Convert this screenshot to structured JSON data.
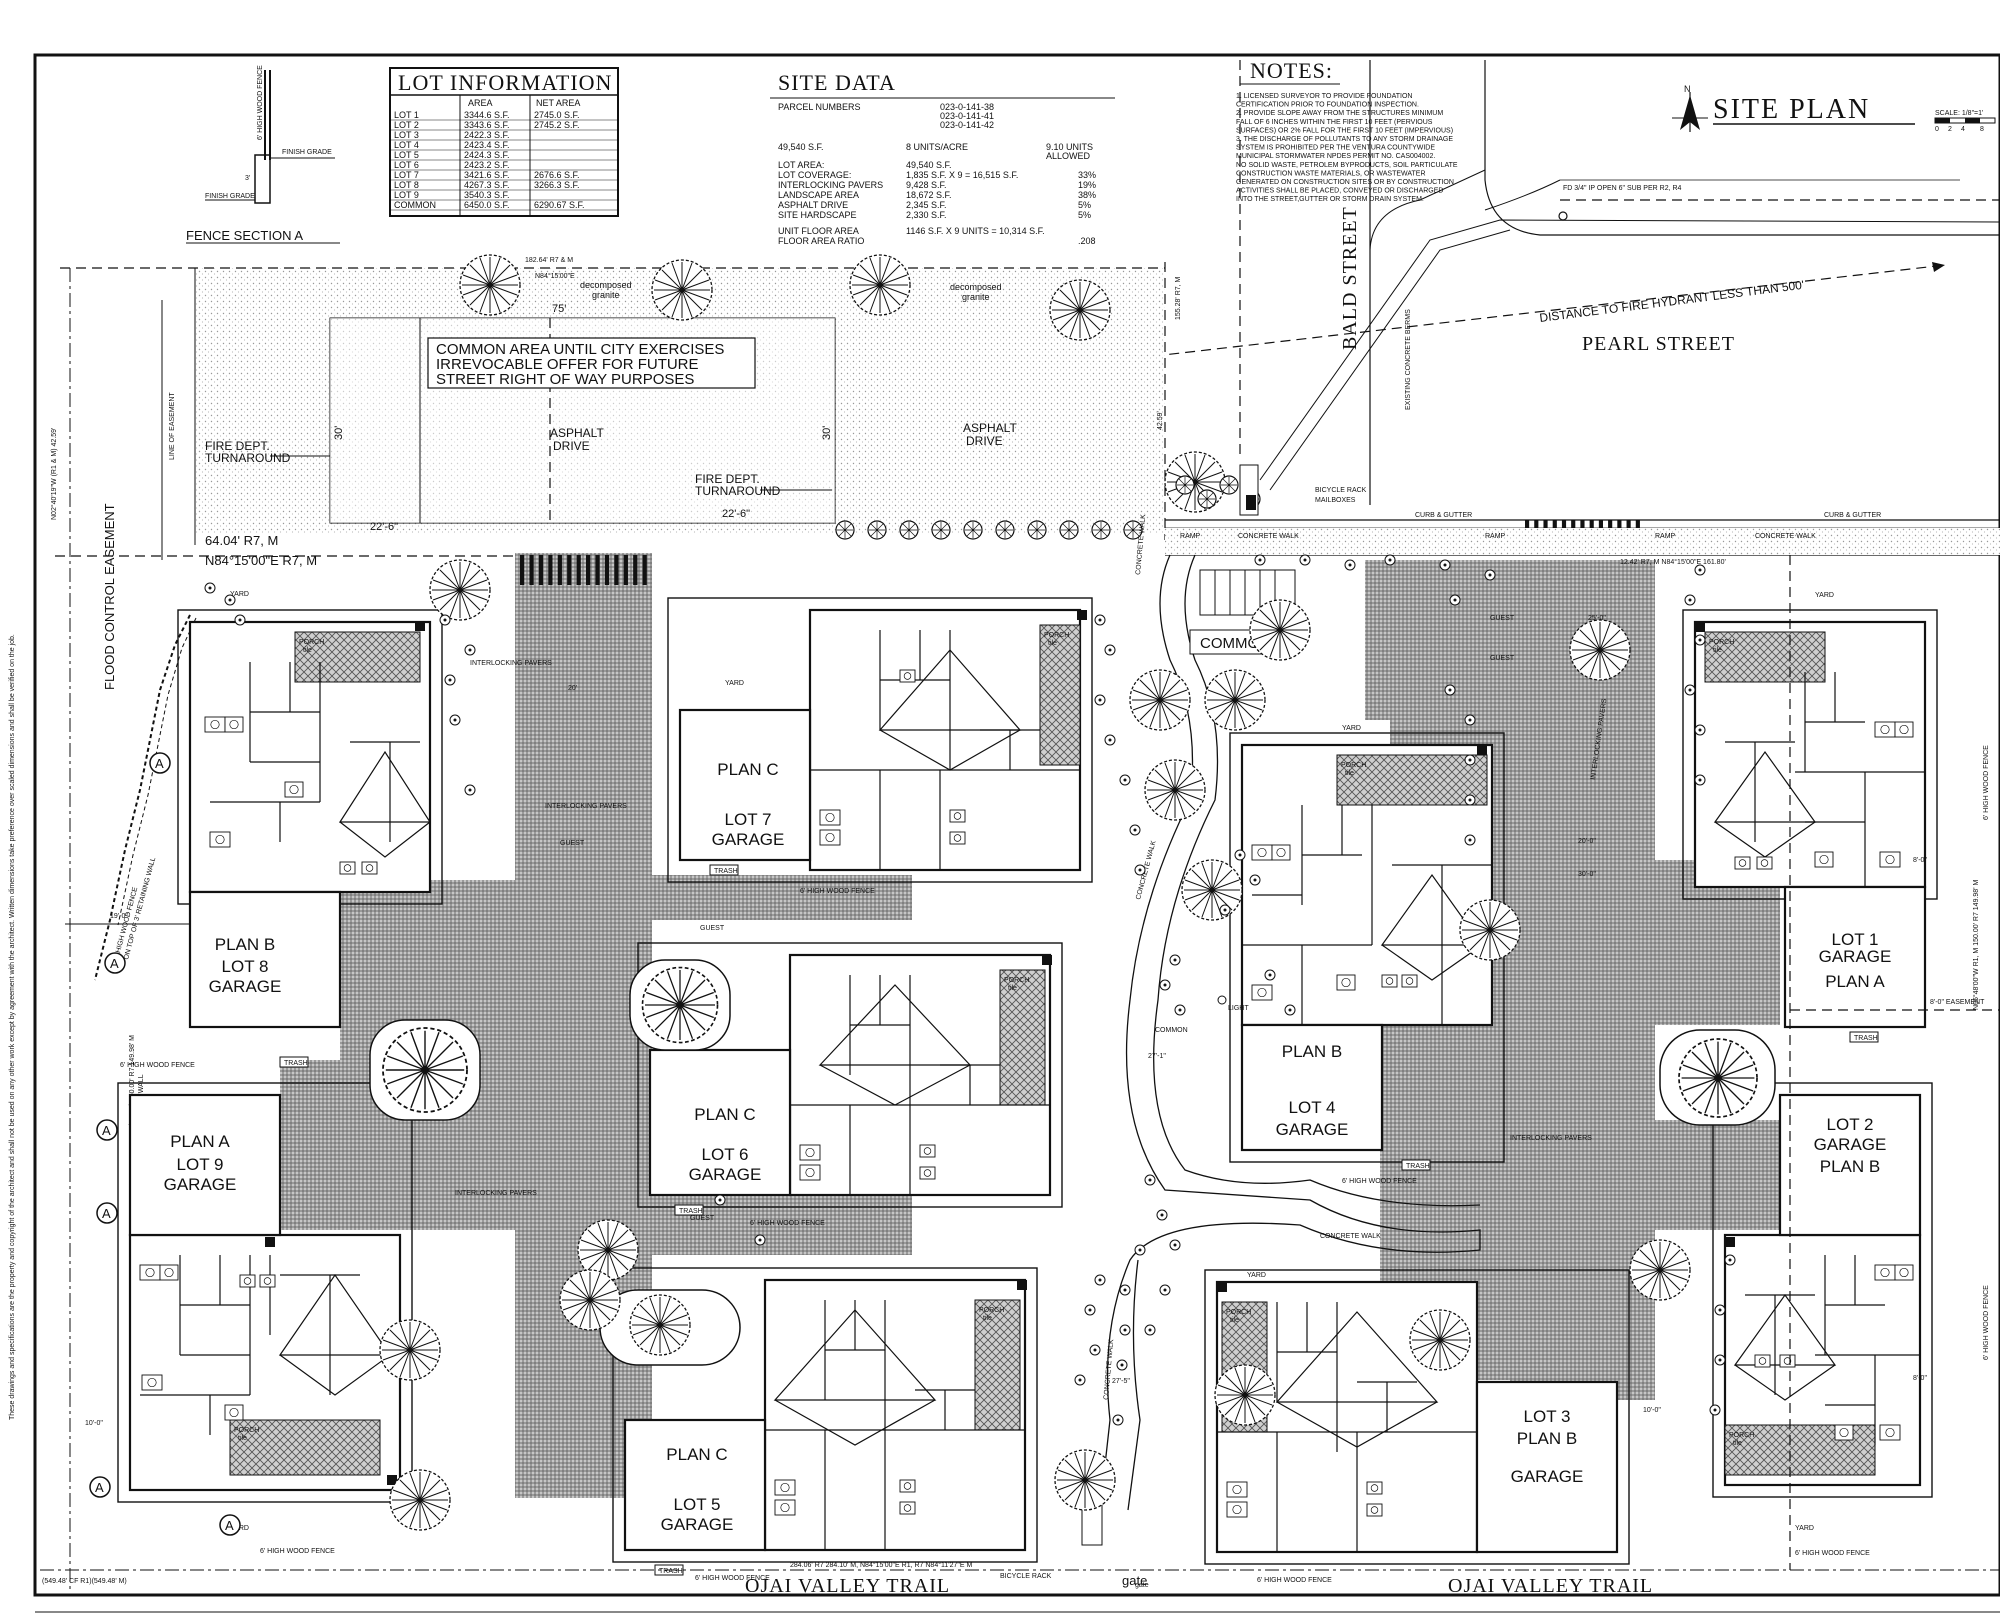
{
  "sheet": {
    "title": "SITE PLAN",
    "scale_label": "SCALE: 1/8\"=1'",
    "scale_ticks": [
      "0",
      "2",
      "4",
      "8"
    ],
    "north_label": "N",
    "vertical_note": "These drawings and specifications are the property and copyright of the architect and shall not be used on any other work except by agreement with the architect. Written dimensions take preference over scaled dimensions and shall be verified on the job."
  },
  "fence_section": {
    "title": "FENCE SECTION A",
    "labels": [
      "6' HIGH WOOD FENCE",
      "3'",
      "FINISH GRADE",
      "FINISH GRADE"
    ]
  },
  "lot_information": {
    "title": "LOT INFORMATION",
    "headers": [
      "",
      "AREA",
      "NET AREA"
    ],
    "rows": [
      [
        "LOT 1",
        "3344.6 S.F.",
        "2745.0 S.F."
      ],
      [
        "LOT 2",
        "3343.6 S.F.",
        "2745.2 S.F."
      ],
      [
        "LOT 3",
        "2422.3 S.F.",
        ""
      ],
      [
        "LOT 4",
        "2423.4 S.F.",
        ""
      ],
      [
        "LOT 5",
        "2424.3 S.F.",
        ""
      ],
      [
        "LOT 6",
        "2423.2 S.F.",
        ""
      ],
      [
        "LOT 7",
        "3421.6 S.F.",
        "2676.6 S.F."
      ],
      [
        "LOT 8",
        "4267.3 S.F.",
        "3266.3 S.F."
      ],
      [
        "LOT 9",
        "3540.3 S.F.",
        ""
      ],
      [
        "COMMON",
        "6450.0 S.F.",
        "6290.67 S.F."
      ]
    ]
  },
  "site_data": {
    "title": "SITE DATA",
    "parcel_label": "PARCEL NUMBERS",
    "parcels": [
      "023-0-141-38",
      "023-0-141-41",
      "023-0-141-42"
    ],
    "area_sf": "49,540 S.F.",
    "density": "8 UNITS/ACRE",
    "units_allowed_1": "9.10 UNITS",
    "units_allowed_2": "ALLOWED",
    "rows": [
      [
        "LOT AREA:",
        "49,540 S.F.",
        ""
      ],
      [
        "LOT COVERAGE:",
        "1,835 S.F. X 9 = 16,515 S.F.",
        "33%"
      ],
      [
        "INTERLOCKING PAVERS",
        "9,428 S.F.",
        "19%"
      ],
      [
        "LANDSCAPE AREA",
        "18,672 S.F.",
        "38%"
      ],
      [
        "ASPHALT DRIVE",
        "2,345 S.F.",
        "5%"
      ],
      [
        "SITE HARDSCAPE",
        "2,330 S.F.",
        "5%"
      ]
    ],
    "unit_floor_area_label": "UNIT FLOOR AREA",
    "unit_floor_area_value": "1146 S.F. X 9 UNITS = 10,314 S.F.",
    "far_label": "FLOOR AREA RATIO",
    "far_value": ".208"
  },
  "notes": {
    "title": "NOTES:",
    "lines": [
      "1. LICENSED SURVEYOR TO PROVIDE FOUNDATION",
      "   CERTIFICATION PRIOR TO FOUNDATION INSPECTION.",
      "2. PROVIDE SLOPE AWAY FROM THE STRUCTURES MINIMUM",
      "   FALL OF 6 INCHES WITHIN THE FIRST 10 FEET (PERVIOUS",
      "   SURFACES) OR 2% FALL FOR THE FIRST 10 FEET (IMPERVIOUS)",
      "3. THE DISCHARGE OF POLLUTANTS TO ANY STORM DRAINAGE",
      "   SYSTEM IS PROHIBITED PER THE VENTURA COUNTYWIDE",
      "   MUNICIPAL STORMWATER NPDES PERMIT NO. CAS004002.",
      "   NO SOLID WASTE, PETROLEM BYPRODUCTS, SOIL PARTICULATE",
      "   CONSTRUCTION WASTE MATERIALS, OR WASTEWATER",
      "   GENERATED ON CONSTRUCTION SITES OR BY CONSTRUCTION",
      "   ACTIVITIES SHALL BE PLACED, CONVEYED OR DISCHARGED",
      "   INTO THE STREET,GUTTER OR STORM DRAIN SYSTEM."
    ]
  },
  "streets": {
    "bald": "BALD STREET",
    "pearl": "PEARL STREET",
    "ojai_left": "OJAI VALLEY TRAIL",
    "ojai_right": "OJAI VALLEY TRAIL",
    "hydrant": "DISTANCE TO FIRE HYDRANT LESS THAN 500'",
    "fd_note": "FD 3/4\" IP OPEN 6\" SUB PER R2, R4",
    "existing": "EXISTING CONCRETE BERMS"
  },
  "site_labels": {
    "common_area_1": "COMMON AREA UNTIL CITY EXERCISES",
    "common_area_2": "IRREVOCABLE OFFER FOR FUTURE",
    "common_area_3": "STREET RIGHT OF WAY PURPOSES",
    "decomposed_1": "decomposed",
    "granite_1": "granite",
    "decomposed_2": "decomposed",
    "granite_2": "granite",
    "asphalt_1a": "ASPHALT",
    "asphalt_1b": "DRIVE",
    "asphalt_2a": "ASPHALT",
    "asphalt_2b": "DRIVE",
    "fire_1a": "FIRE DEPT.",
    "fire_1b": "TURNAROUND",
    "fire_2a": "FIRE DEPT.",
    "fire_2b": "TURNAROUND",
    "flood": "FLOOD CONTROL EASEMENT",
    "line_easement": "LINE OF EASEMENT",
    "common": "COMMON",
    "bicycle_rack": "BICYCLE RACK",
    "mailboxes": "MAILBOXES",
    "bicycle_rack_2": "BICYCLE RACK",
    "gate": "gate",
    "concrete_walk": "CONCRETE WALK",
    "curb_gutter": "CURB & GUTTER",
    "interlocking": "INTERLOCKING PAVERS",
    "fence": "6' HIGH WOOD FENCE",
    "fence_wall": "ON TOP OF 3' RETAINING WALL",
    "yard": "YARD",
    "trash": "TRASH",
    "light": "LIGHT",
    "ramp": "RAMP",
    "porch": "PORCH",
    "tile": "tile",
    "guest": "GUEST",
    "common_small": "COMMON",
    "section_marker": "A"
  },
  "dimensions": {
    "d_64_04": "64.04' R7, M",
    "bearing_top": "N84°15'00\"E R7, M",
    "d_75": "75'",
    "d_30a": "30'",
    "d_30b": "30'",
    "d_22a": "22'-6\"",
    "d_22b": "22'-6\"",
    "d_20": "20'",
    "d_19": "19'-0\"",
    "d_10a": "10'-0\"",
    "d_10b": "10'-0\"",
    "d_8a": "8'-0\"",
    "d_8b": "8'-0\"",
    "d_27a": "27'-1\"",
    "d_27b": "27'-5\"",
    "d_25": "25'-0\"",
    "d_20b": "20'-0\"",
    "d_30c": "30'-0\"",
    "bottom": "284.06' R7 284.10' M, N84°15'00\"E R1, R7 N84°11'27\"E M",
    "bottom_left": "(549.48' CF R1)(549.48' M)",
    "right_bearing": "N05°48'00\"W R1, M 150.00' R7 149.98' M",
    "left_bearing": "N05°48'00\"W (R1, M) 150.00' R7 149.98' M",
    "top_bearing_left": "N02°40'19\"W (R1 & M) 42.59'",
    "right_top": "155.28' R7, M",
    "d_42": "42.59'",
    "top_left_dim": "182.64' R7 & M",
    "top_left_bearing": "N84°15'00\"E",
    "d_12": "12.42' R7, M  N84°15'00\"E 161.80'",
    "easement_right": "8'-0\" EASEMENT"
  },
  "lots": {
    "lot1": {
      "name": "LOT 1",
      "sub": "GARAGE",
      "plan": "PLAN A"
    },
    "lot2": {
      "name": "LOT 2",
      "sub": "GARAGE",
      "plan": "PLAN B"
    },
    "lot3": {
      "name": "LOT 3",
      "sub": "PLAN B",
      "plan": "GARAGE"
    },
    "lot4": {
      "name": "LOT 4",
      "sub": "PLAN B",
      "plan": "GARAGE"
    },
    "lot5": {
      "name": "LOT 5",
      "sub": "PLAN C",
      "plan": "GARAGE"
    },
    "lot6": {
      "name": "LOT 6",
      "sub": "PLAN C",
      "plan": "GARAGE"
    },
    "lot7": {
      "name": "LOT 7",
      "sub": "PLAN C",
      "plan": "GARAGE"
    },
    "lot8": {
      "name": "LOT 8",
      "sub": "PLAN B",
      "plan": "GARAGE"
    },
    "lot9": {
      "name": "LOT 9",
      "sub": "PLAN A",
      "plan": "GARAGE"
    }
  }
}
